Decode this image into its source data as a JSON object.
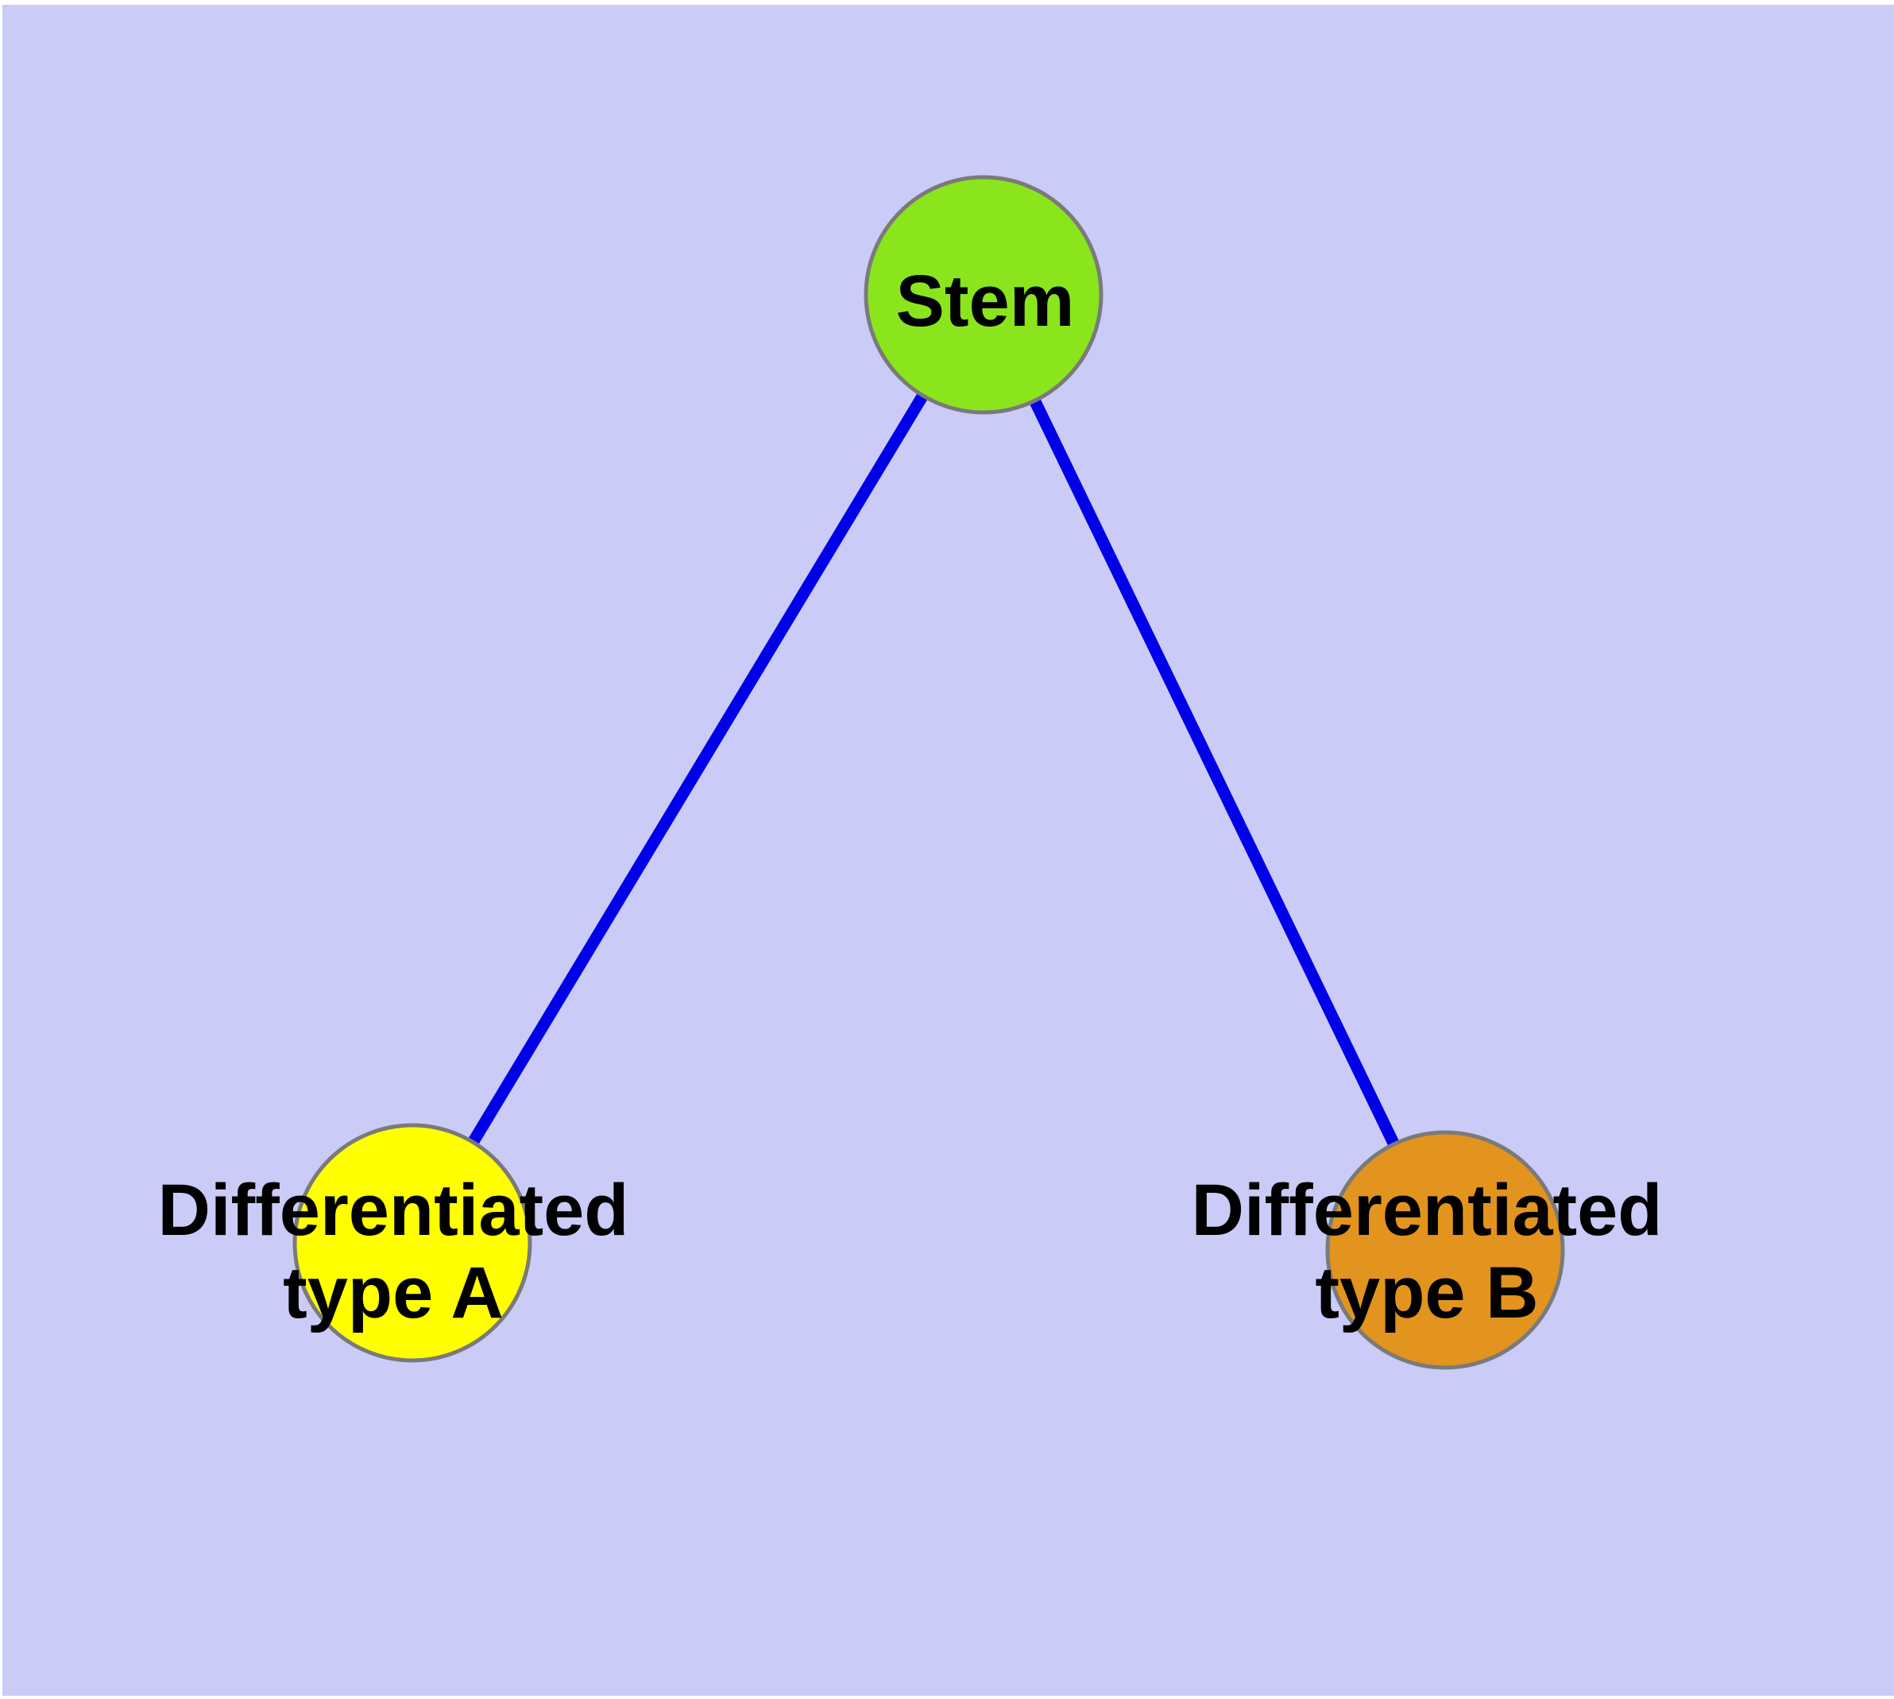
{
  "diagram": {
    "type": "node-link-graph",
    "description_labels": {
      "root": "Stem",
      "left_child": "Differentiated type A",
      "right_child": "Differentiated type B"
    },
    "colors": {
      "background": "#CBCBF7",
      "page_margin": "#FFFFFF",
      "edge": "#0000E8",
      "node_border": "#7A7A7A",
      "label_text": "#000000",
      "stem_fill": "#8BE51D",
      "type_a_fill": "#FFFF00",
      "type_b_fill": "#E2941E"
    },
    "nodes": [
      {
        "id": "stem",
        "label": "Stem",
        "lines": [
          "Stem"
        ],
        "fill": "#8BE51D"
      },
      {
        "id": "differentiated-type-a",
        "label": "Differentiated type A",
        "lines": [
          "Differentiated",
          "type A"
        ],
        "fill": "#FFFF00"
      },
      {
        "id": "differentiated-type-b",
        "label": "Differentiated type B",
        "lines": [
          "Differentiated",
          "type B"
        ],
        "fill": "#E2941E"
      }
    ],
    "edges": [
      {
        "from": "stem",
        "to": "differentiated-type-a"
      },
      {
        "from": "stem",
        "to": "differentiated-type-b"
      }
    ]
  }
}
